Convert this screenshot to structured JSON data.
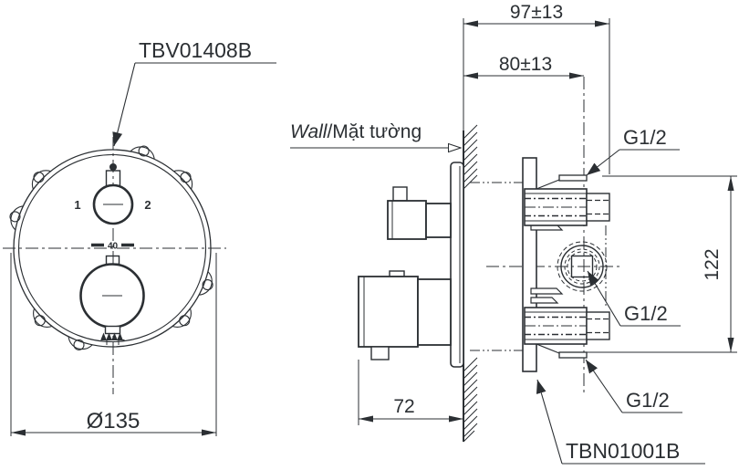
{
  "front_view": {
    "part_number": "TBV01408B",
    "diameter": "Ø135",
    "knob_left": "1",
    "knob_right": "2",
    "temp_stop": "40"
  },
  "side_view": {
    "wall_label": {
      "en": "Wall",
      "vi": "/Mặt tường"
    },
    "dimensions": {
      "offset_max": "97±13",
      "offset_min": "80±13",
      "height": "122",
      "depth": "72"
    },
    "threads": {
      "top": "G1/2",
      "middle": "G1/2",
      "bottom": "G1/2"
    },
    "part_number": "TBN01001B"
  },
  "colors": {
    "line": "#2b2f33",
    "background": "#ffffff"
  }
}
